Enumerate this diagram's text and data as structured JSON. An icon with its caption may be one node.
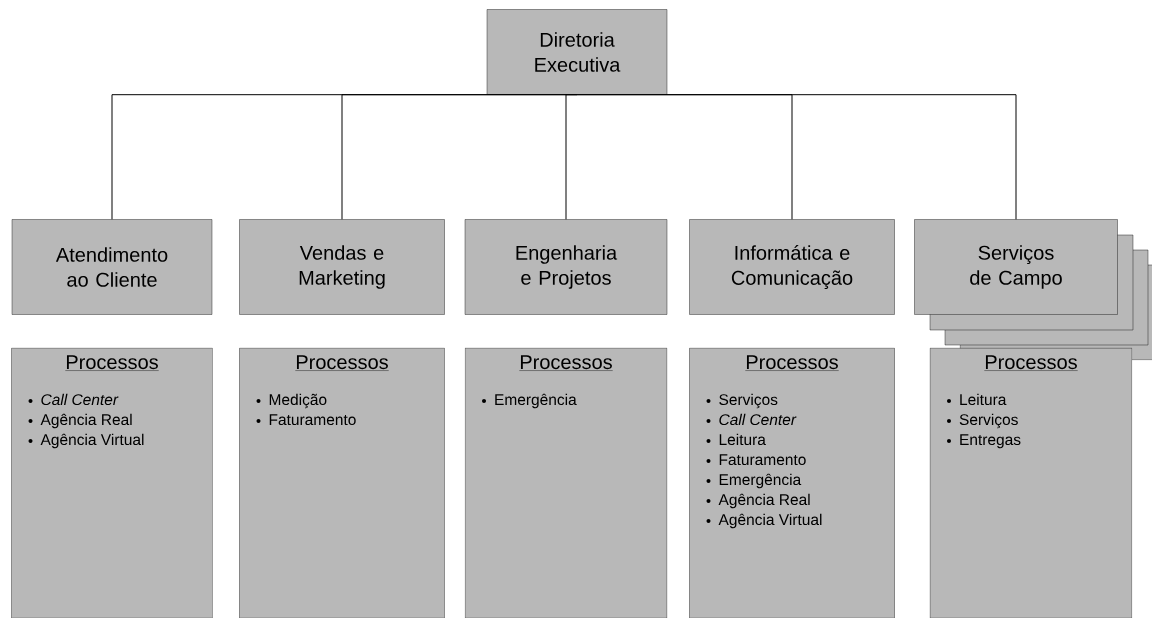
{
  "diagram": {
    "nodes": [
      {
        "text": [
          "Diretoria Executiva"
        ]
      },
      {
        "text": [
          "Atendimento ao Cliente"
        ]
      },
      {
        "text": [
          "Vendas e Marketing"
        ]
      },
      {
        "text": [
          "Engenharia e Projetos"
        ]
      },
      {
        "text": [
          "Informática e Comunicação"
        ]
      },
      {
        "text": [
          "Serviços de Campo"
        ]
      },
      {
        "text": [
          "Processos",
          "*Call Center*",
          "Agência Real",
          "Agência Virtual"
        ]
      },
      {
        "text": [
          "Processos",
          "Medição",
          "Faturamento"
        ]
      },
      {
        "text": [
          "Processos",
          "Emergência"
        ]
      },
      {
        "text": [
          "Processos",
          "Serviços",
          "*Call Center*",
          "Leitura",
          "Faturamento",
          "Emergência",
          "Agência Real",
          "Agência Virtual"
        ]
      },
      {
        "text": [
          "Processos",
          "Leitura",
          "Serviços",
          "Entregas"
        ]
      }
    ],
    "edges": [
      {
        "from": 0,
        "to": 1,
        "arrow": "none"
      },
      {
        "from": 0,
        "to": 2,
        "arrow": "none"
      },
      {
        "from": 0,
        "to": 3,
        "arrow": "none"
      },
      {
        "from": 0,
        "to": 4,
        "arrow": "none"
      },
      {
        "from": 0,
        "to": 5,
        "arrow": "none"
      }
    ]
  }
}
